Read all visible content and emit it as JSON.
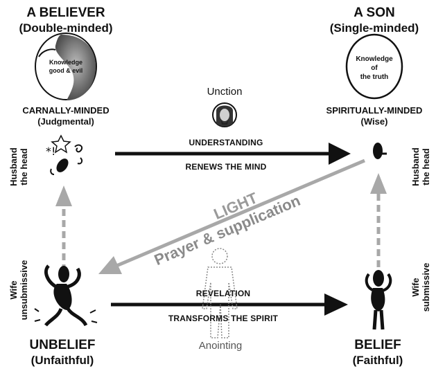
{
  "left": {
    "title": "A BELIEVER",
    "subtitle": "(Double-minded)",
    "head_text_line1": "Knowledge",
    "head_text_line2": "good & evil",
    "mind": "CARNALLY-MINDED",
    "mind_sub": "(Judgmental)",
    "top_side_line1": "Husband",
    "top_side_line2": "the head",
    "bottom_side_line1": "Wife",
    "bottom_side_line2": "unsubmissive",
    "bottom_title": "UNBELIEF",
    "bottom_sub": "(Unfaithful)"
  },
  "right": {
    "title": "A SON",
    "subtitle": "(Single-minded)",
    "head_text_line1": "Knowledge",
    "head_text_line2": "of",
    "head_text_line3": "the truth",
    "mind": "SPIRITUALLY-MINDED",
    "mind_sub": "(Wise)",
    "top_side_line1": "Husband",
    "top_side_line2": "the head",
    "bottom_side_line1": "Wife",
    "bottom_side_line2": "submissive",
    "bottom_title": "BELIEF",
    "bottom_sub": "(Faithful)"
  },
  "center": {
    "unction": "Unction",
    "understanding": "UNDERSTANDING",
    "renews": "RENEWS THE MIND",
    "light": "LIGHT",
    "prayer": "Prayer & supplication",
    "revelation": "REVELATION",
    "transforms": "TRANSFORMS THE SPIRIT",
    "anointing": "Anointing"
  },
  "colors": {
    "ink": "#111111",
    "grey_arrow": "#a8a8a8",
    "grey_text": "#8a8a8a",
    "head_fill": "#6a6a6a"
  }
}
